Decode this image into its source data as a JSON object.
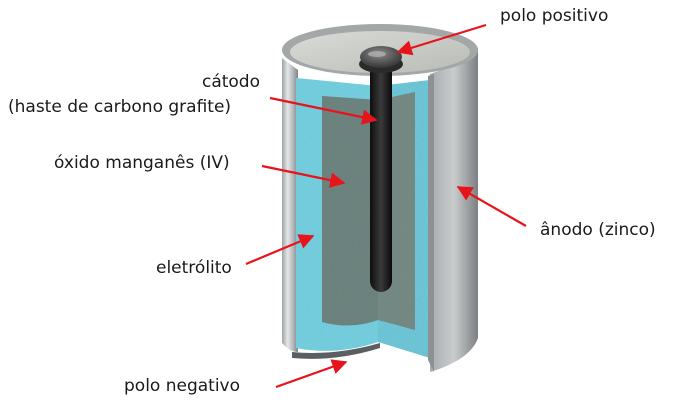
{
  "labels": {
    "positive_pole": "polo positivo",
    "cathode_line1": "cátodo",
    "cathode_line2": "(haste de carbono grafite)",
    "manganese_oxide": "óxido manganês (IV)",
    "anode": "ânodo (zinco)",
    "electrolyte": "eletrólito",
    "negative_pole": "polo negativo"
  },
  "colors": {
    "arrow": "#e8141b",
    "electrolyte": "#5ec4d6",
    "manganese_oxide": "#5f7873",
    "graphite_rod": "#1c1c1c",
    "zinc_casing": "#b9bcbd"
  }
}
